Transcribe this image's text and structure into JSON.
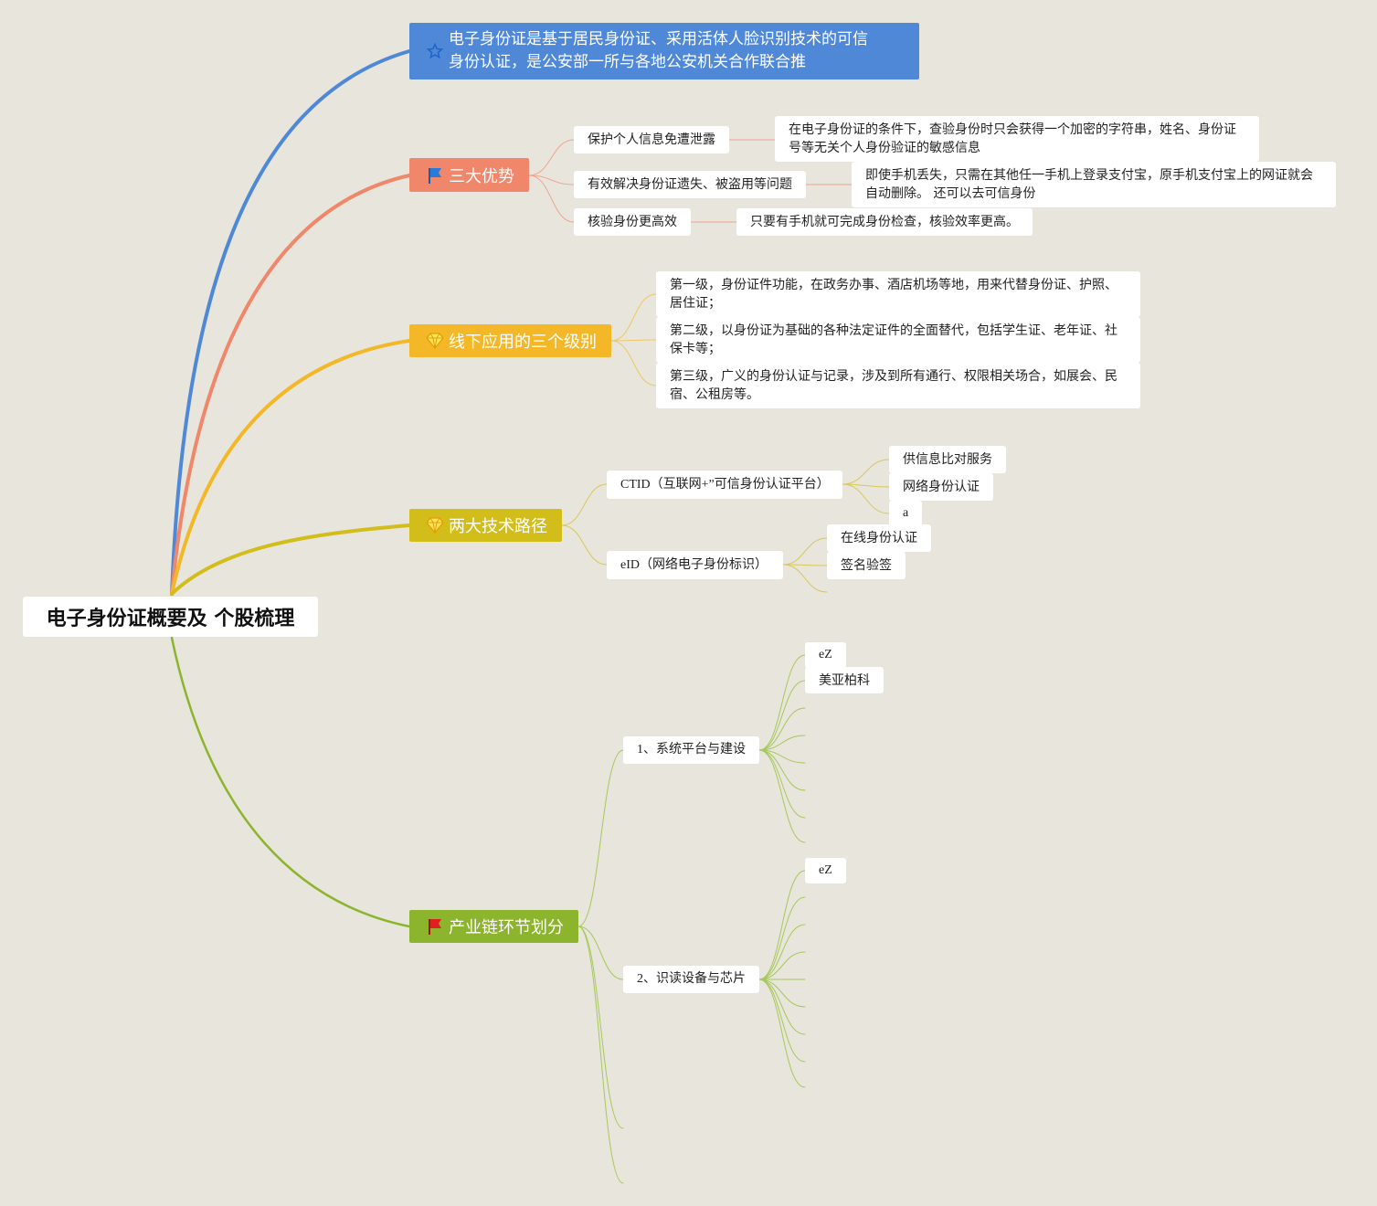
{
  "root": {
    "label": "电子身份证概要及 个股梳理"
  },
  "branches": [
    {
      "id": "definition",
      "label": "电子身份证是基于居民身份证、采用活体人脸识别技术的可信身份认证，是公安部一所与各地公安机关合作联合推",
      "label_lines": [
        "电子身份证是基于居民身份证、采用活体人脸识别技术的可信",
        "身份认证，是公安部一所与各地公安机关合作联合推"
      ],
      "color": "#5088d8",
      "icon": "star-icon"
    },
    {
      "id": "advantages",
      "label": "三大优势",
      "color": "#f0866a",
      "icon": "flag-blue-icon",
      "children": [
        {
          "label": "保护个人信息免遭泄露",
          "detail": "在电子身份证的条件下，查验身份时只会获得一个加密的字符串，姓名、身份证号等无关个人身份验证的敏感信息"
        },
        {
          "label": "有效解决身份证遗失、被盗用等问题",
          "detail": "即使手机丢失，只需在其他任一手机上登录支付宝，原手机支付宝上的网证就会自动删除。 还可以去可信身份"
        },
        {
          "label": "核验身份更高效",
          "detail": "只要有手机就可完成身份检查，核验效率更高。"
        }
      ]
    },
    {
      "id": "levels",
      "label": "线下应用的三个级别",
      "color": "#f4b728",
      "icon": "diamond-icon",
      "children": [
        {
          "label": "第一级，身份证件功能，在政务办事、酒店机场等地，用来代替身份证、护照、居住证；"
        },
        {
          "label": "第二级，以身份证为基础的各种法定证件的全面替代，包括学生证、老年证、社保卡等；"
        },
        {
          "label": "第三级，广义的身份认证与记录，涉及到所有通行、权限相关场合，如展会、民宿、公租房等。"
        }
      ]
    },
    {
      "id": "tech",
      "label": "两大技术路径",
      "color": "#d2bd1a",
      "icon": "diamond-icon",
      "children": [
        {
          "label": "CTID（互联网+”可信身份认证平台）",
          "children": [
            "供信息比对服务",
            "网络身份认证",
            "a"
          ]
        },
        {
          "label": "eID（网络电子身份标识）",
          "children": [
            "在线身份认证",
            "签名验签"
          ]
        }
      ]
    },
    {
      "id": "chain",
      "label": "产业链环节划分",
      "color": "#8cb42c",
      "icon": "flag-red-icon",
      "children": [
        {
          "label": "1、系统平台与建设",
          "children": [
            "eZ",
            "美亚柏科"
          ]
        },
        {
          "label": "2、识读设备与芯片",
          "children": [
            "eZ"
          ]
        }
      ]
    }
  ],
  "colors": {
    "background": "#e8e5dc",
    "definition": "#5088d8",
    "advantages": "#f0866a",
    "levels": "#f4b728",
    "tech": "#d2bd1a",
    "chain": "#8cb42c"
  }
}
